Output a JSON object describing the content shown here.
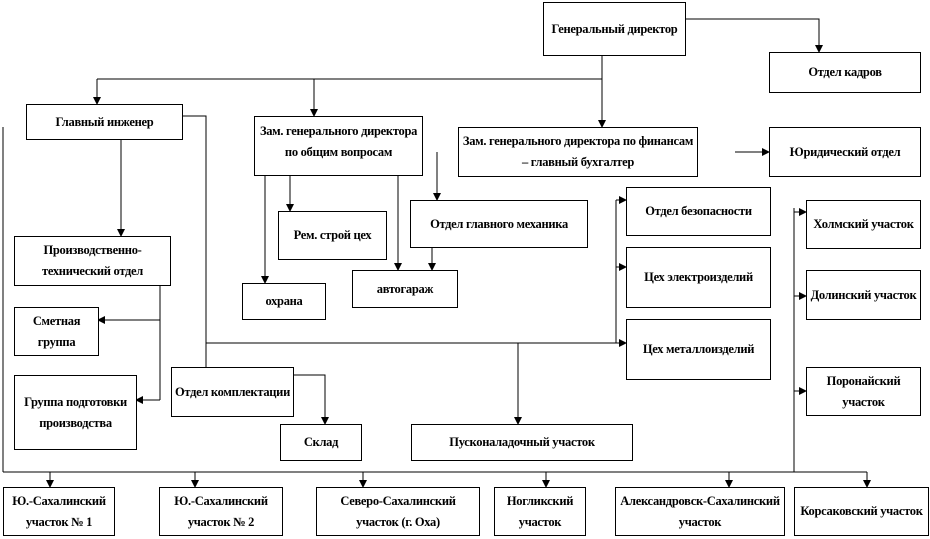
{
  "title": "Организационная структура предприятия",
  "units": {
    "general_director": "Генеральный директор",
    "hr": "Отдел кадров",
    "chief_engineer": "Главный инженер",
    "deputy_general": "Зам. генерального директора по общим вопросам",
    "deputy_finance": "Зам. генерального директора по финансам – главный бухгалтер",
    "legal": "Юридический отдел",
    "pto": "Производственно-технический отдел",
    "repair_shop": "Рем. строй цех",
    "chief_mechanic": "Отдел главного механика",
    "security_dept": "Отдел безопасности",
    "guard": "охрана",
    "garage": "автогараж",
    "electro_shop": "Цех электроизделий",
    "metal_shop": "Цех металлоизделий",
    "estimate_group": "Сметная группа",
    "prep_group": "Группа подготовки производства",
    "procurement": "Отдел комплектации",
    "warehouse": "Склад",
    "commissioning": "Пусконаладочный участок",
    "kholmsk": "Холмский участок",
    "dolinsk": "Долинский участок",
    "poronaysk": "Поронайский участок",
    "ys1": "Ю.-Сахалинский участок № 1",
    "ys2": "Ю.-Сахалинский участок № 2",
    "north": "Северо-Сахалинский участок (г. Оха)",
    "nogliki": "Ногликский участок",
    "aleksandrovsk": "Александровск-Сахалинский участок",
    "korsakov": "Корсаковский участок"
  }
}
